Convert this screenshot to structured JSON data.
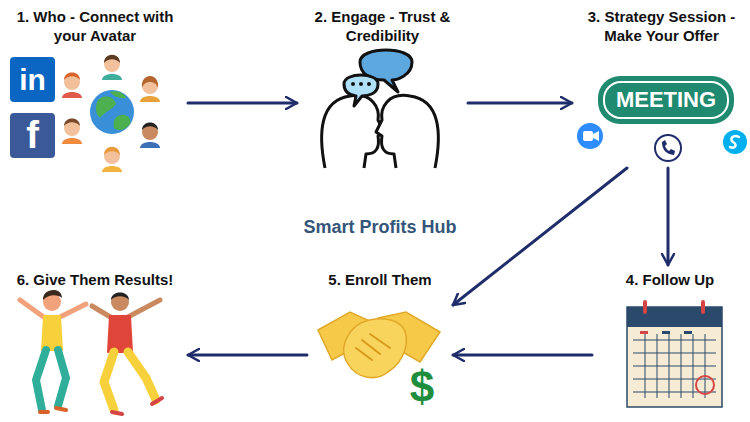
{
  "diagram": {
    "nodes": [
      {
        "text": [
          "1. Who - Connect with your Avatar"
        ]
      },
      {
        "text": [
          "2. Engage - Trust & Credibility"
        ]
      },
      {
        "text": [
          "3. Strategy Session - Make Your Offer"
        ]
      },
      {
        "text": [
          "4. Follow Up"
        ]
      },
      {
        "text": [
          "5. Enroll Them"
        ]
      },
      {
        "text": [
          "6. Give Them Results!"
        ]
      }
    ],
    "edges": [
      {
        "from": 0,
        "to": 1,
        "arrow": "to"
      },
      {
        "from": 1,
        "to": 2,
        "arrow": "to"
      },
      {
        "from": 2,
        "to": 3,
        "arrow": "to"
      },
      {
        "from": 2,
        "to": 4,
        "arrow": "to"
      },
      {
        "from": 3,
        "to": 4,
        "arrow": "to"
      },
      {
        "from": 4,
        "to": 5,
        "arrow": "to"
      }
    ],
    "labels": [
      "Smart Profits Hub",
      "in",
      "f",
      "MEETING",
      "$"
    ]
  }
}
